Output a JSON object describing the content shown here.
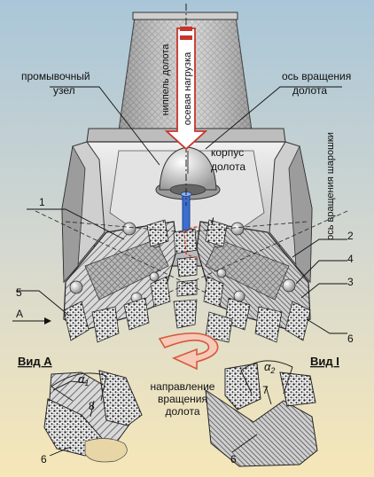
{
  "labels": {
    "nipple": "ниппель долота",
    "axial_load": "осевая нагрузка",
    "flush_unit_1": "промывочный",
    "flush_unit_2": "узел",
    "rotation_axis_1": "ось вращения",
    "rotation_axis_2": "долота",
    "body_1": "корпус",
    "body_2": "долота",
    "cone_axis": "ось вращения шарошки",
    "direction_1": "направление",
    "direction_2": "вращения",
    "direction_3": "долота",
    "view_a": "Вид А",
    "view_i": "Вид I",
    "alpha1": "α",
    "alpha1_sub": "1",
    "alpha2": "α",
    "alpha2_sub": "2",
    "arrow_a": "A",
    "roman_i": "I"
  },
  "callouts": {
    "n1": "1",
    "n2": "2",
    "n3": "3",
    "n4": "4",
    "n5": "5",
    "n6_right": "6",
    "n6_viewA": "6",
    "n6_viewI": "6",
    "n7": "7",
    "n8": "8"
  },
  "colors": {
    "bg_top": "#a9c6d8",
    "bg_bottom": "#f6e7b8",
    "metal_light": "#e6e6e6",
    "metal_mid": "#b9b9b9",
    "metal_dark": "#8a8a8a",
    "load_arrow": "#c8342c",
    "rotation_arrow": "#d55a3a",
    "nozzle": "#3a6fd1"
  }
}
